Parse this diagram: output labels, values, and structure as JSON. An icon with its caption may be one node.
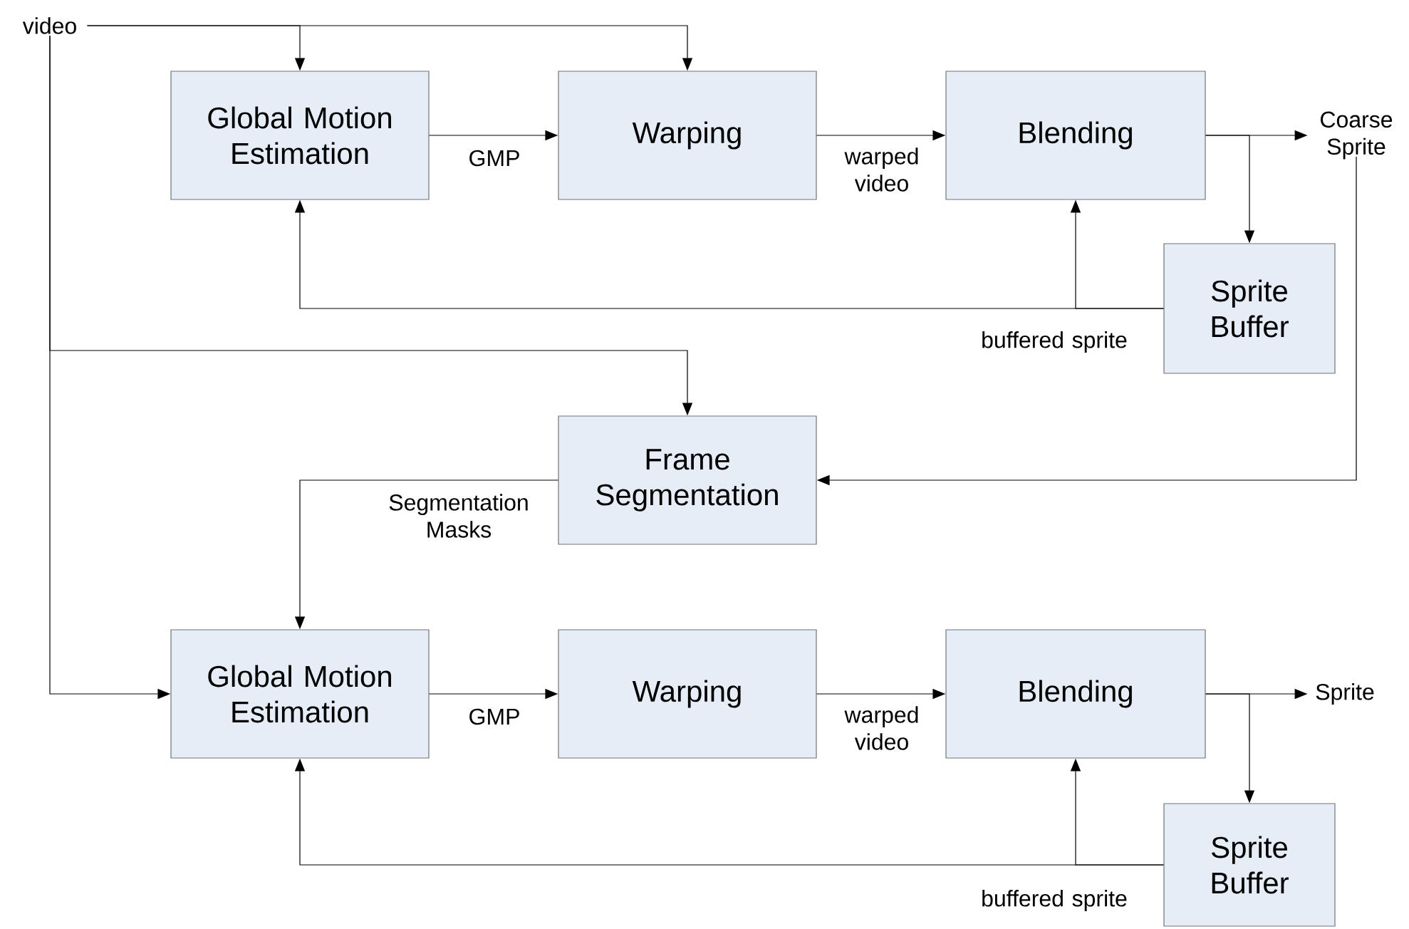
{
  "diagram": {
    "nodes": [
      {
        "text": [
          "video"
        ]
      },
      {
        "text": [
          "Global Motion Estimation"
        ]
      },
      {
        "text": [
          "Warping"
        ]
      },
      {
        "text": [
          "Blending"
        ]
      },
      {
        "text": [
          "Coarse Sprite"
        ]
      },
      {
        "text": [
          "Sprite Buffer"
        ]
      },
      {
        "text": [
          "Frame Segmentation"
        ]
      },
      {
        "text": [
          "Global Motion Estimation"
        ]
      },
      {
        "text": [
          "Warping"
        ]
      },
      {
        "text": [
          "Blending"
        ]
      },
      {
        "text": [
          "Sprite"
        ]
      },
      {
        "text": [
          "Sprite Buffer"
        ]
      }
    ],
    "edges": [
      {
        "from": 0,
        "to": 1,
        "arrow": "to"
      },
      {
        "from": 0,
        "to": 2,
        "arrow": "to"
      },
      {
        "from": 0,
        "to": 6,
        "arrow": "to"
      },
      {
        "from": 0,
        "to": 7,
        "arrow": "to"
      },
      {
        "from": 1,
        "to": 2,
        "arrow": "to",
        "label": "GMP"
      },
      {
        "from": 2,
        "to": 3,
        "arrow": "to",
        "label": "warped video"
      },
      {
        "from": 3,
        "to": 4,
        "arrow": "to"
      },
      {
        "from": 3,
        "to": 5,
        "arrow": "to"
      },
      {
        "from": 5,
        "to": 3,
        "arrow": "to"
      },
      {
        "from": 5,
        "to": 1,
        "arrow": "to",
        "label": "buffered sprite"
      },
      {
        "from": 4,
        "to": 6,
        "arrow": "to"
      },
      {
        "from": 6,
        "to": 7,
        "arrow": "to",
        "label": "Segmentation Masks"
      },
      {
        "from": 7,
        "to": 8,
        "arrow": "to",
        "label": "GMP"
      },
      {
        "from": 8,
        "to": 9,
        "arrow": "to",
        "label": "warped video"
      },
      {
        "from": 9,
        "to": 10,
        "arrow": "to"
      },
      {
        "from": 9,
        "to": 11,
        "arrow": "to"
      },
      {
        "from": 11,
        "to": 9,
        "arrow": "to"
      },
      {
        "from": 11,
        "to": 7,
        "arrow": "to",
        "label": "buffered sprite"
      }
    ]
  }
}
